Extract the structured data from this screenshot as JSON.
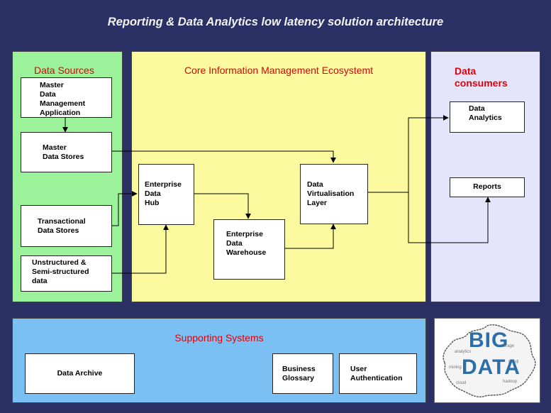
{
  "title": "Reporting & Data Analytics low latency solution architecture",
  "panels": {
    "sources": "Data Sources",
    "core": "Core Information Management Ecosystemt",
    "consumers": "Data\nconsumers",
    "supporting": "Supporting Systems"
  },
  "boxes": {
    "mdm_app": "Master\nData\nManagement\nApplication",
    "mds": "Master\nData Stores",
    "tds": "Transactional\nData Stores",
    "unstructured": "Unstructured &\nSemi-structured\ndata",
    "edh": "Enterprise\nData\nHub",
    "edw": "Enterprise\nData\nWarehouse",
    "dvl": "Data\nVirtualisation\nLayer",
    "analytics": "Data\nAnalytics",
    "reports": "Reports",
    "archive": "Data Archive",
    "glossary": "Business\nGlossary",
    "auth": "User\nAuthentication"
  },
  "logo": {
    "line1": "BIG",
    "line2": "DATA"
  },
  "colors": {
    "background": "#2b3064",
    "sources": "#9cf29a",
    "core": "#fbfa9f",
    "consumers": "#e4e4fb",
    "supporting": "#7ac0f2",
    "heading": "#e0000a"
  }
}
